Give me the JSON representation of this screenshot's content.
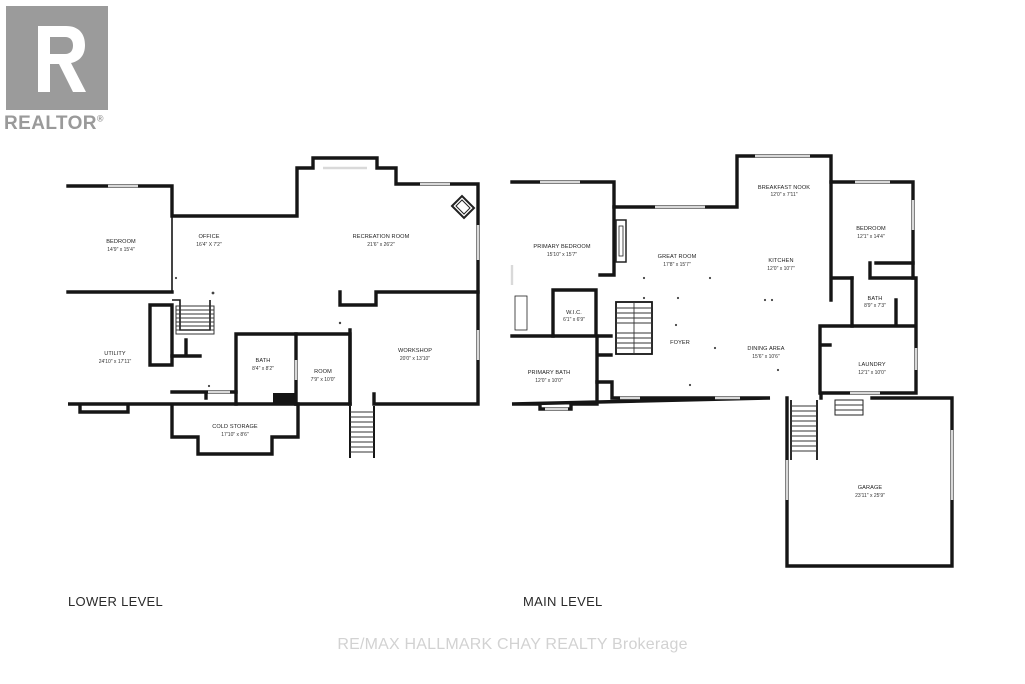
{
  "logo": {
    "brand": "REALTOR",
    "mark": "®",
    "color": "#9b9b9b"
  },
  "watermark": "RE/MAX HALLMARK CHAY REALTY Brokerage",
  "lower_level": {
    "label": "LOWER LEVEL",
    "rooms": [
      {
        "name": "BEDROOM",
        "dims": "14'9\" x 15'4\""
      },
      {
        "name": "OFFICE",
        "dims": "16'4\" X 7'2\""
      },
      {
        "name": "RECREATION ROOM",
        "dims": "21'6\" x 26'2\""
      },
      {
        "name": "UTILITY",
        "dims": "24'10\" x 17'11\""
      },
      {
        "name": "BATH",
        "dims": "8'4\" x 8'2\""
      },
      {
        "name": "ROOM",
        "dims": "7'9\" x 10'0\""
      },
      {
        "name": "WORKSHOP",
        "dims": "20'0\" x 13'10\""
      },
      {
        "name": "COLD STORAGE",
        "dims": "17'10\" x 8'6\""
      }
    ]
  },
  "main_level": {
    "label": "MAIN LEVEL",
    "rooms": [
      {
        "name": "BREAKFAST NOOK",
        "dims": "12'0\" x 7'11\""
      },
      {
        "name": "PRIMARY BEDROOM",
        "dims": "15'10\" x 15'7\""
      },
      {
        "name": "GREAT ROOM",
        "dims": "17'8\" x 15'7\""
      },
      {
        "name": "KITCHEN",
        "dims": "12'0\" x 10'7\""
      },
      {
        "name": "BEDROOM",
        "dims": "12'1\" x 14'4\""
      },
      {
        "name": "BATH",
        "dims": "8'9\" x 7'3\""
      },
      {
        "name": "W.I.C.",
        "dims": "6'1\" x 6'9\""
      },
      {
        "name": "FOYER",
        "dims": ""
      },
      {
        "name": "DINING AREA",
        "dims": "15'6\" x 10'6\""
      },
      {
        "name": "LAUNDRY",
        "dims": "12'1\" x 10'0\""
      },
      {
        "name": "PRIMARY BATH",
        "dims": "12'0\" x 10'0\""
      },
      {
        "name": "GARAGE",
        "dims": "23'11\" x 25'9\""
      }
    ]
  }
}
